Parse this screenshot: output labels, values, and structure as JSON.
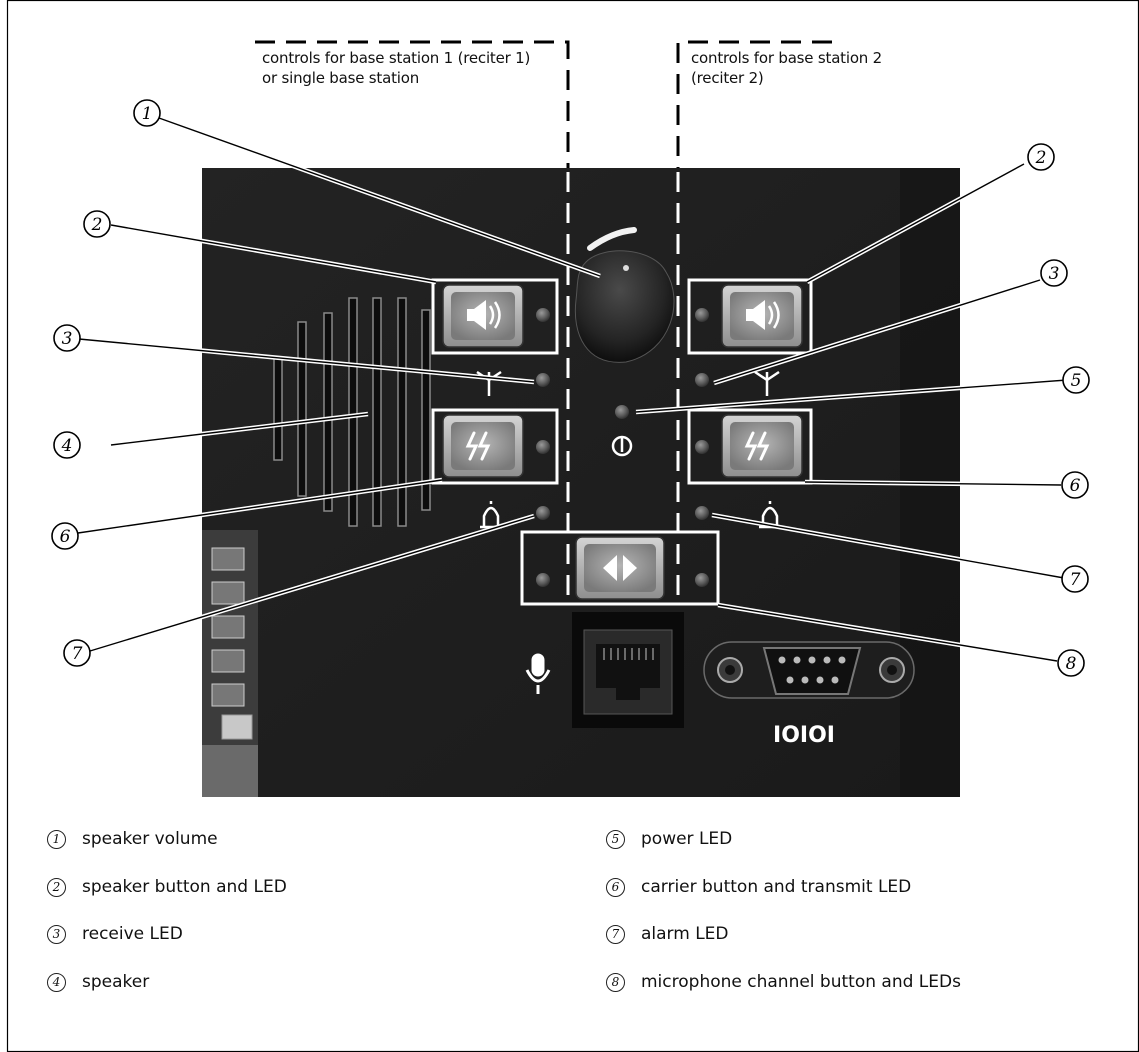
{
  "captions": {
    "base1_line1": "controls for base station 1 (reciter 1)",
    "base1_line2": "or single base station",
    "base2_line1": "controls for base station 2",
    "base2_line2": "(reciter 2)"
  },
  "panel_text": {
    "serial_label": "IOIOI"
  },
  "callouts": [
    "1",
    "2",
    "2",
    "3",
    "3",
    "4",
    "5",
    "6",
    "6",
    "7",
    "7",
    "8"
  ],
  "legend": [
    {
      "num": "1",
      "text": "speaker volume"
    },
    {
      "num": "2",
      "text": "speaker button and LED"
    },
    {
      "num": "3",
      "text": "receive LED"
    },
    {
      "num": "4",
      "text": "speaker"
    },
    {
      "num": "5",
      "text": "power LED"
    },
    {
      "num": "6",
      "text": "carrier button and transmit LED"
    },
    {
      "num": "7",
      "text": "alarm LED"
    },
    {
      "num": "8",
      "text": "microphone channel button and LEDs"
    }
  ],
  "icons": {
    "speaker": "speaker-icon",
    "carrier": "carrier-icon",
    "channel": "channel-arrows-icon",
    "antenna": "antenna-icon",
    "power": "power-icon",
    "alarm": "bell-icon",
    "microphone": "microphone-icon",
    "serial": "serial-port"
  }
}
